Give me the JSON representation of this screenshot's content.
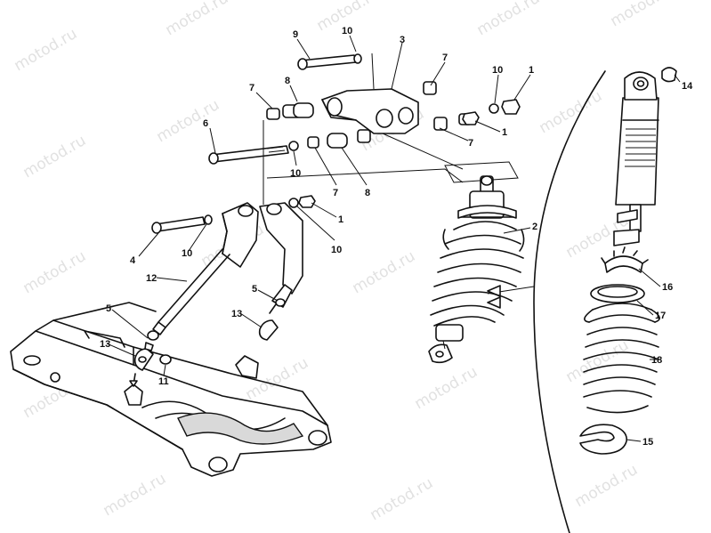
{
  "watermark": "motod.ru",
  "callouts": {
    "c1a": "1",
    "c1b": "1",
    "c1c": "1",
    "c2": "2",
    "c3": "3",
    "c4": "4",
    "c5a": "5",
    "c5b": "5",
    "c6": "6",
    "c7a": "7",
    "c7b": "7",
    "c7c": "7",
    "c7d": "7",
    "c8a": "8",
    "c8b": "8",
    "c9": "9",
    "c10a": "10",
    "c10b": "10",
    "c10c": "10",
    "c10d": "10",
    "c10e": "10",
    "c11": "11",
    "c12": "12",
    "c13a": "13",
    "c13b": "13",
    "c14": "14",
    "c15": "15",
    "c16": "16",
    "c17": "17",
    "c18": "18"
  }
}
